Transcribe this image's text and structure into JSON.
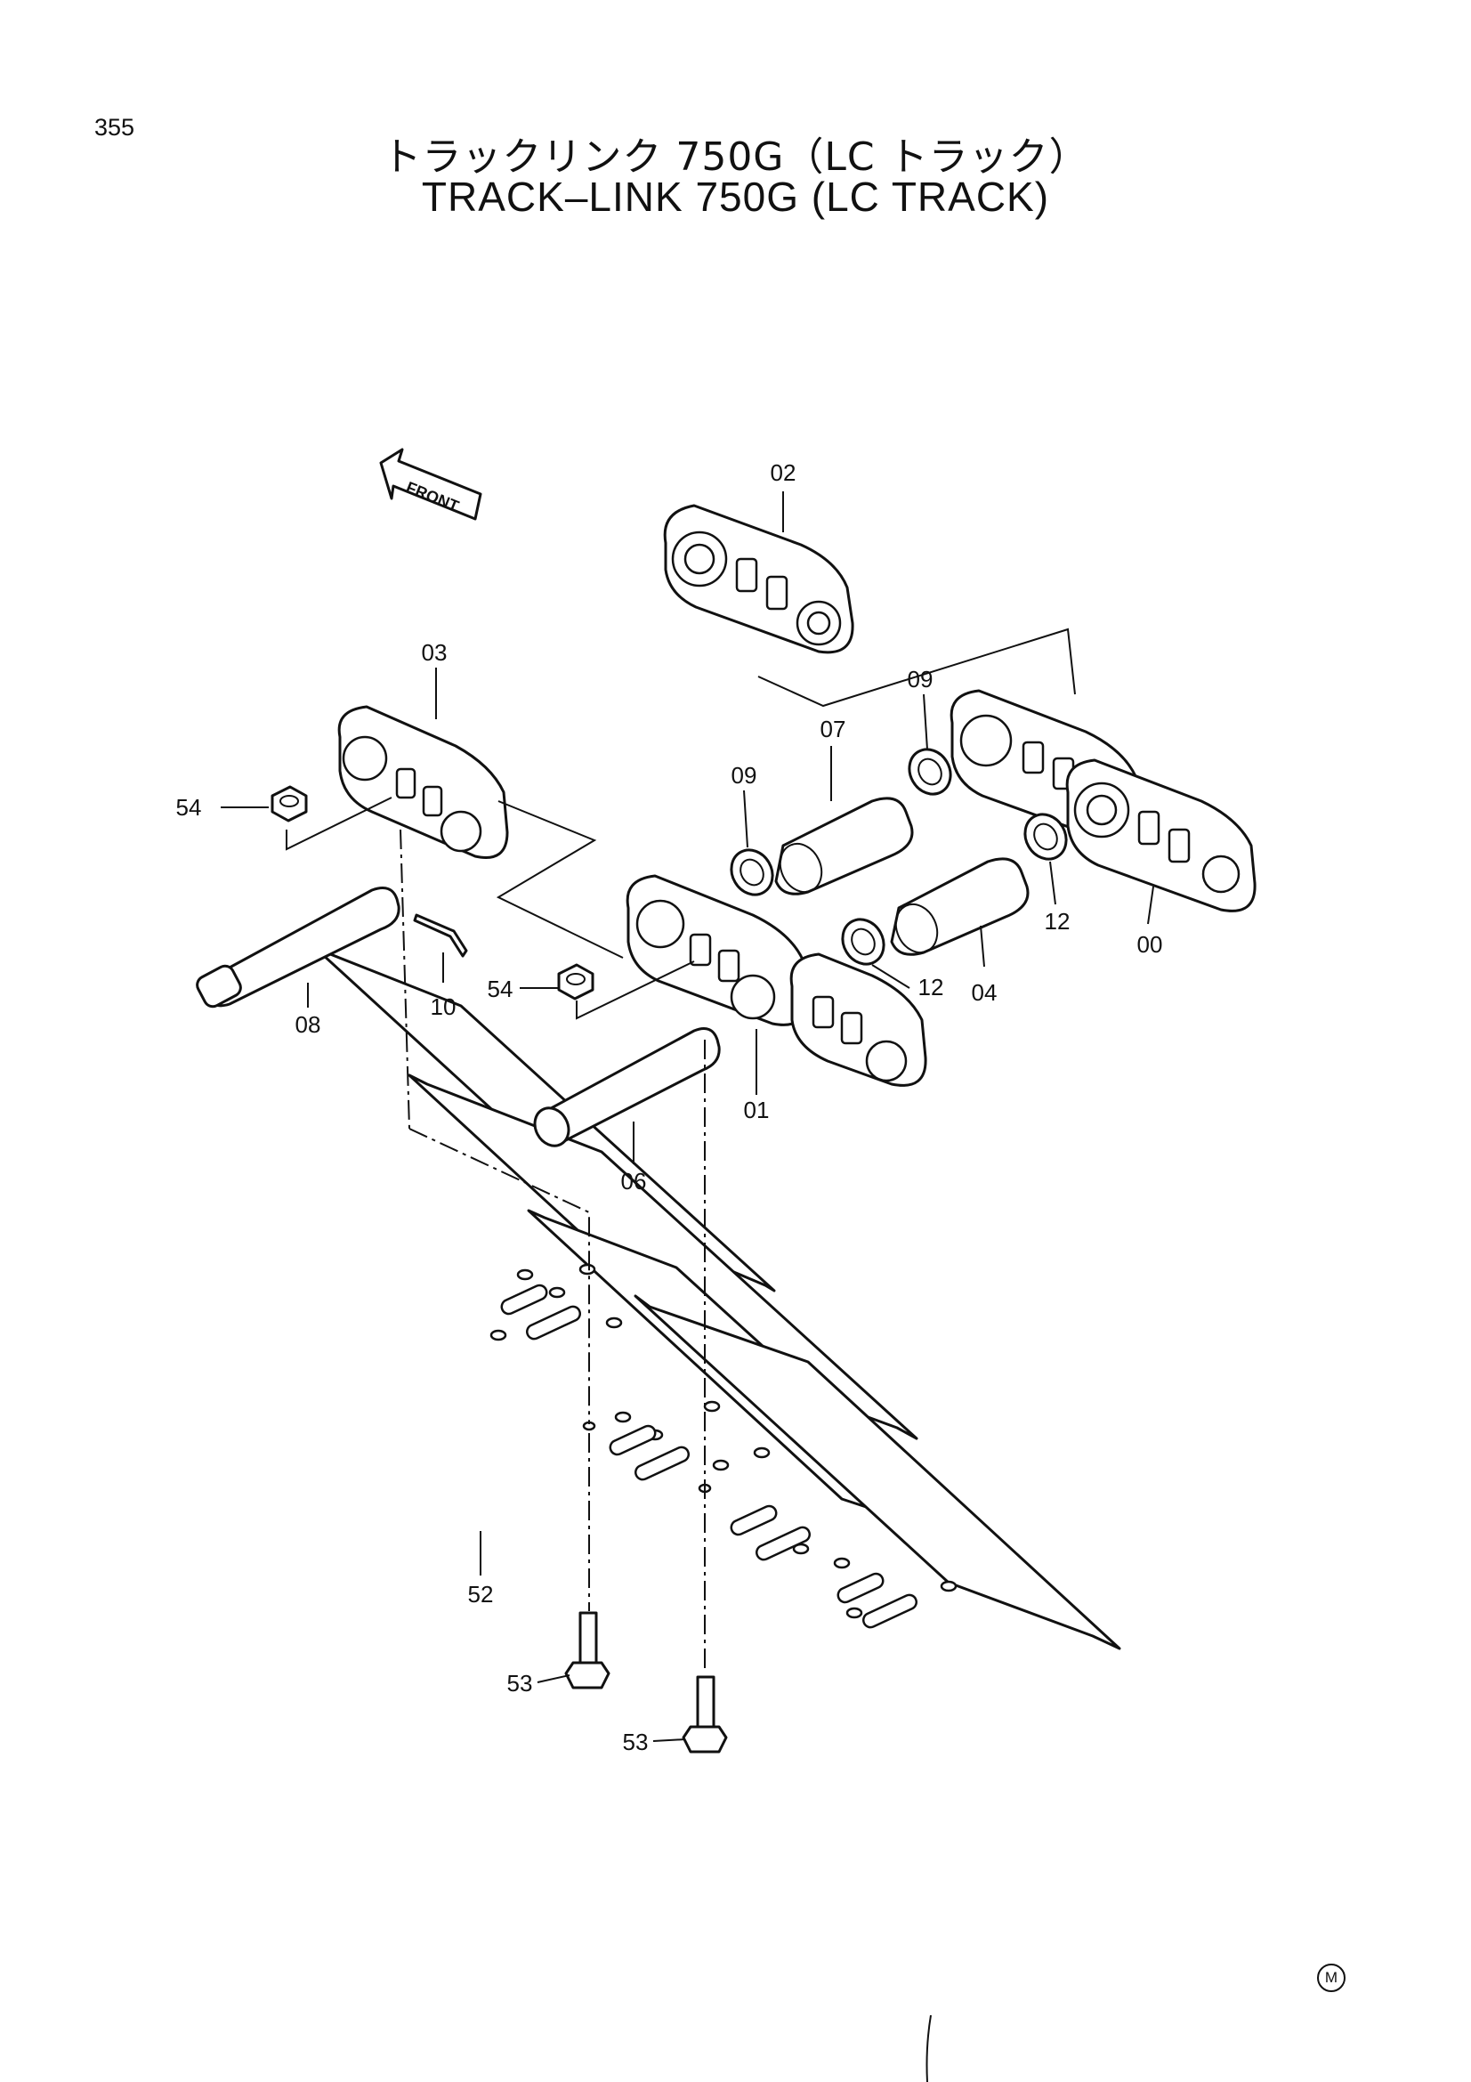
{
  "page_number": "355",
  "title_jp": "トラックリンク 750G（LC トラック）",
  "title_en": "TRACK–LINK 750G (LC TRACK)",
  "front_label": "FRONT",
  "manufacturer_mark": "M",
  "callouts": {
    "c00": "00",
    "c01": "01",
    "c02": "02",
    "c03": "03",
    "c04": "04",
    "c06": "06",
    "c07": "07",
    "c08": "08",
    "c09a": "09",
    "c09b": "09",
    "c10": "10",
    "c12a": "12",
    "c12b": "12",
    "c52": "52",
    "c53a": "53",
    "c53b": "53",
    "c54a": "54",
    "c54b": "54"
  }
}
